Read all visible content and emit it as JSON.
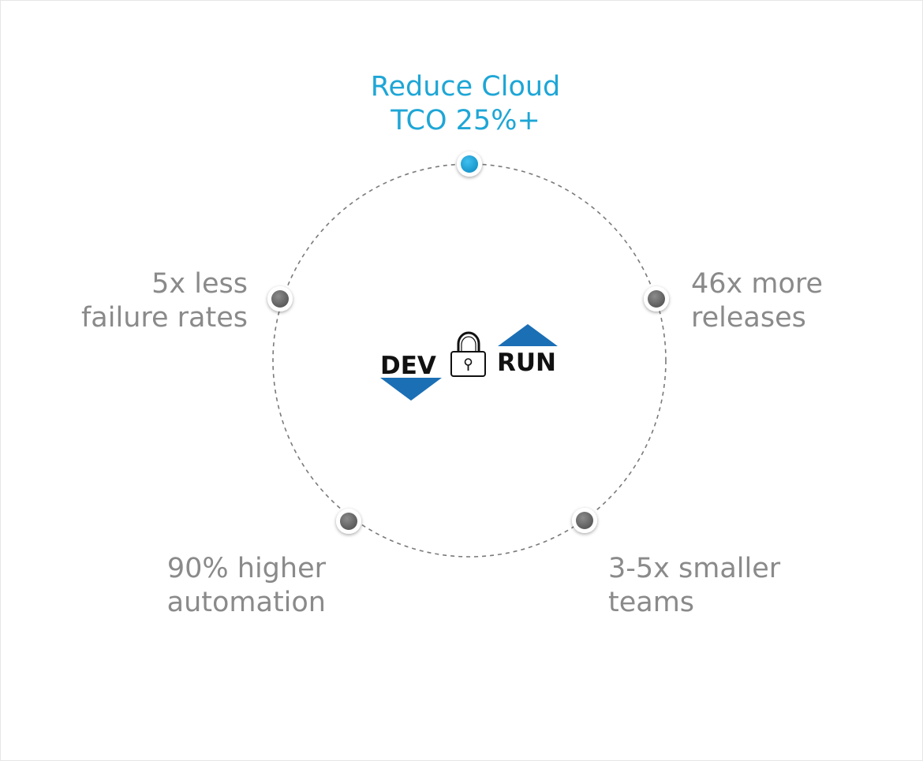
{
  "center_logo": {
    "left_word": "DEV",
    "right_word": "RUN",
    "lock_icon": "padlock-icon",
    "arrow_color": "#1b6fb5",
    "text_color": "#111111"
  },
  "nodes": {
    "top": {
      "line1": "Reduce Cloud",
      "line2": "TCO 25%+"
    },
    "right": {
      "line1": "46x more",
      "line2": "releases"
    },
    "bottom_right": {
      "line1": "3-5x smaller",
      "line2": "teams"
    },
    "bottom_left": {
      "line1": "90% higher",
      "line2": "automation"
    },
    "left": {
      "line1": "5x less",
      "line2": "failure rates"
    }
  },
  "colors": {
    "highlight": "#1ea6d6",
    "label_grey": "#8a8a8a",
    "node_grey": "#6b6b6b",
    "dash": "#7a7a7a"
  }
}
